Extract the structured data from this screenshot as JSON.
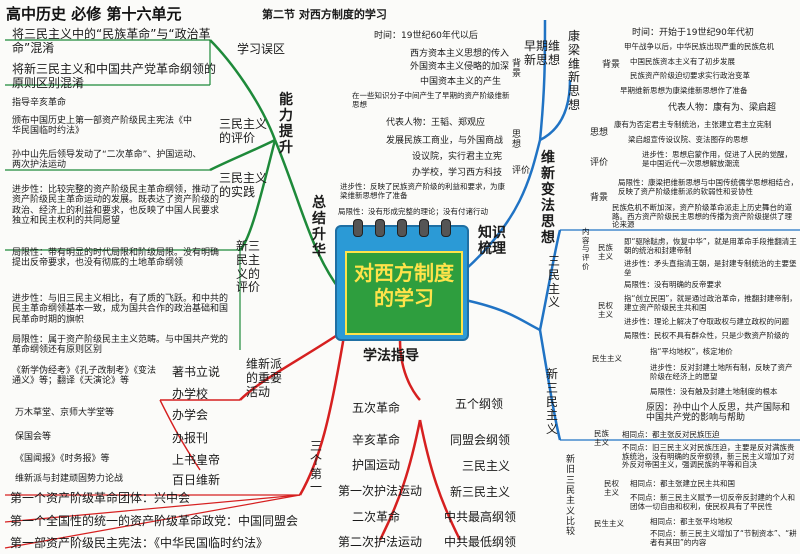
{
  "header": {
    "title": "高中历史   必修   第十六单元",
    "section": "第二节   对西方制度的学习"
  },
  "center": {
    "title": "对西方制度的学习"
  },
  "branches": {
    "summary": "总结升华",
    "ability": "能力提升",
    "knowledge": "知识梳理",
    "method": "学法指导"
  },
  "left_top": {
    "misconception_label": "学习误区",
    "mis1": "将三民主义中的“民族革命”与“政治革命”混淆",
    "mis2": "将新三民主义和中国共产党革命纲领的原则区别混淆",
    "guide": "指导辛亥革命",
    "eval_label": "三民主义的评价",
    "eval1": "颁布中国历史上第一部资产阶级民主宪法《中华民国临时约法》",
    "eval2": "孙中山先后领导发动了“二次革命”、护国运动、两次护法运动",
    "practice_label": "三民主义的实践",
    "prog1": "进步性：比较完整的资产阶级民主革命纲领，推动了资产阶级民主革命运动的发展。既表达了资产阶级的政治、经济上的利益和要求，也反映了中国人民要求独立和民主权利的共同愿望",
    "lim1": "局限性：带有明显的时代局限和阶级局限。没有明确提出反帝要求，也没有彻底的土地革命纲领",
    "new_eval_label": "新三民主义的评价",
    "prog2": "进步性：与旧三民主义相比，有了质的飞跃。和中共的民主革命纲领基本一致，成为国共合作的政治基础和国民革命时期的旗帜",
    "lim2": "局限性：属于资产阶级民主主义范畴。与中国共产党的革命纲领还有原则区别"
  },
  "left_bottom": {
    "reform_label": "维新派的重要活动",
    "b1": "《新学伪经考》《孔子改制考》《变法通义》等；翻译《天演论》等",
    "b1_label": "著书立说",
    "b2": "万木草堂、京师大学堂等",
    "b2_label": "办学校",
    "b3_label": "办学会",
    "b4": "保国会等",
    "b4_label": "办报刊",
    "b5": "《国闻报》《时务报》等",
    "b5_label": "上书皇帝",
    "b6": "维新派与封建顽固势力论战",
    "b6_label": "百日维新",
    "three_firsts": "三个第一",
    "f1": "第一个资产阶级革命团体：兴中会",
    "f2": "第一个全国性的统一的资产阶级革命政党：中国同盟会",
    "f3": "第一部资产阶级民主宪法：《中华民国临时约法》"
  },
  "middle_bottom": {
    "five_rev": "五次革命",
    "five_prog": "五个纲领",
    "r1": "辛亥革命",
    "r2": "护国运动",
    "r3": "第一次护法运动",
    "r4": "二次革命",
    "r5": "第二次护法运动",
    "p1": "同盟会纲领",
    "p2": "三民主义",
    "p3": "新三民主义",
    "p4": "中共最高纲领",
    "p5": "中共最低纲领"
  },
  "top_middle": {
    "early_label": "早期维新思想",
    "time": "时间：19世纪60年代以后",
    "bg_label": "背景",
    "bg1": "西方资本主义思想的传入",
    "bg2": "外国资本主义侵略的加深",
    "bg3": "中国资本主义的产生",
    "bg4": "在一些知识分子中间产生了早期的资产阶级维新思想",
    "rep": "代表人物：王韬、郑观应",
    "thought_label": "思想",
    "th1": "发展民族工商业，与外国商战",
    "th2": "设议院，实行君主立宪",
    "th3": "办学校，学习西方科技",
    "eval_label": "评价",
    "ev1": "进步性：反映了民族资产阶级的利益和要求，为康梁维新思想作了准备",
    "ev2": "局限性：没有形成完整的理论；没有付诸行动",
    "reform_thought": "维新变法思想"
  },
  "right": {
    "kang_label": "康梁维新思想",
    "time": "时间：开始于19世纪90年代初",
    "bg_label": "背景",
    "kb1": "甲午战争以后，中华民族出现严重的民族危机",
    "kb2": "中国民族资本主义有了初步发展",
    "kb3": "民族资产阶级迫切要求实行政治变革",
    "kb4": "早期维新思想为康梁维新思想作了准备",
    "rep": "代表人物：康有为、梁启超",
    "thought_label": "思想",
    "kt1": "康有为否定君主专制统治，主张建立君主立宪制",
    "kt2": "梁启超宣传设议院、变法图存的思想",
    "eval_label": "评价",
    "ke1": "进步性：思想启蒙作用，促进了人民的觉醒，是中国近代一次思想解放潮流",
    "ke2": "局限性：康梁把维新思想与中国传统儒学思想相结合，反映了资产阶级维新派的软弱性和妥协性",
    "three_people": "三民主义",
    "bg2_label": "背景",
    "sb1": "民族危机不断加深，资产阶级革命派走上历史舞台的道路。西方资产阶级民主思想的传播为资产阶级提供了理论来源",
    "content_label": "内容与评价",
    "minzu": "民族主义",
    "mz": "即“驱除鞑虏，恢复中华”，就是用革命手段推翻清王朝的统治和封建帝制",
    "prog_mz": "进步性：矛头直指清王朝，是封建专制统治的主要堡垒",
    "lim_mz": "局限性：没有明确的反帝要求",
    "minquan": "民权主义",
    "mq": "指“创立民国”，就是通过政治革命，推翻封建帝制，建立资产阶级民主共和国",
    "prog_mq": "进步性：理论上解决了夺取政权与建立政权的问题",
    "lim_mq": "局限性：民权不具有群众性，只是少数资产阶级的",
    "minsheng": "民生主义",
    "ms": "指“平均地权”，核定地价",
    "prog_ms": "进步性：反对封建土地所有制，反映了资产阶级在经济上的愿望",
    "lim_ms": "局限性：没有触及封建土地制度的根本",
    "new_label": "新三民主义",
    "old_new": "新旧三民主义比较",
    "reason": "原因：孙中山个人反思，共产国际和中国共产党的影响与帮助",
    "c_mz": "民族主义",
    "c1": "相同点：都主张反对民族压迫",
    "c2": "不同点：旧三民主义对民族压迫，主要是反对满族贵族统治，没有明确的反帝纲领，新三民主义增加了对外反对帝国主义，强调民族的平等和自决",
    "c_mq": "民权主义",
    "c3": "相同点：都主张建立民主共和国",
    "c4": "不同点：新三民主义赋予一切反帝反封建的个人和团体一切自由和权利，使民权具有了平民性",
    "c_ms": "民生主义",
    "c5": "相同点：都主张平均地权",
    "c6": "不同点：新三民主义增加了“节制资本”、“耕者有其田”的内容"
  }
}
